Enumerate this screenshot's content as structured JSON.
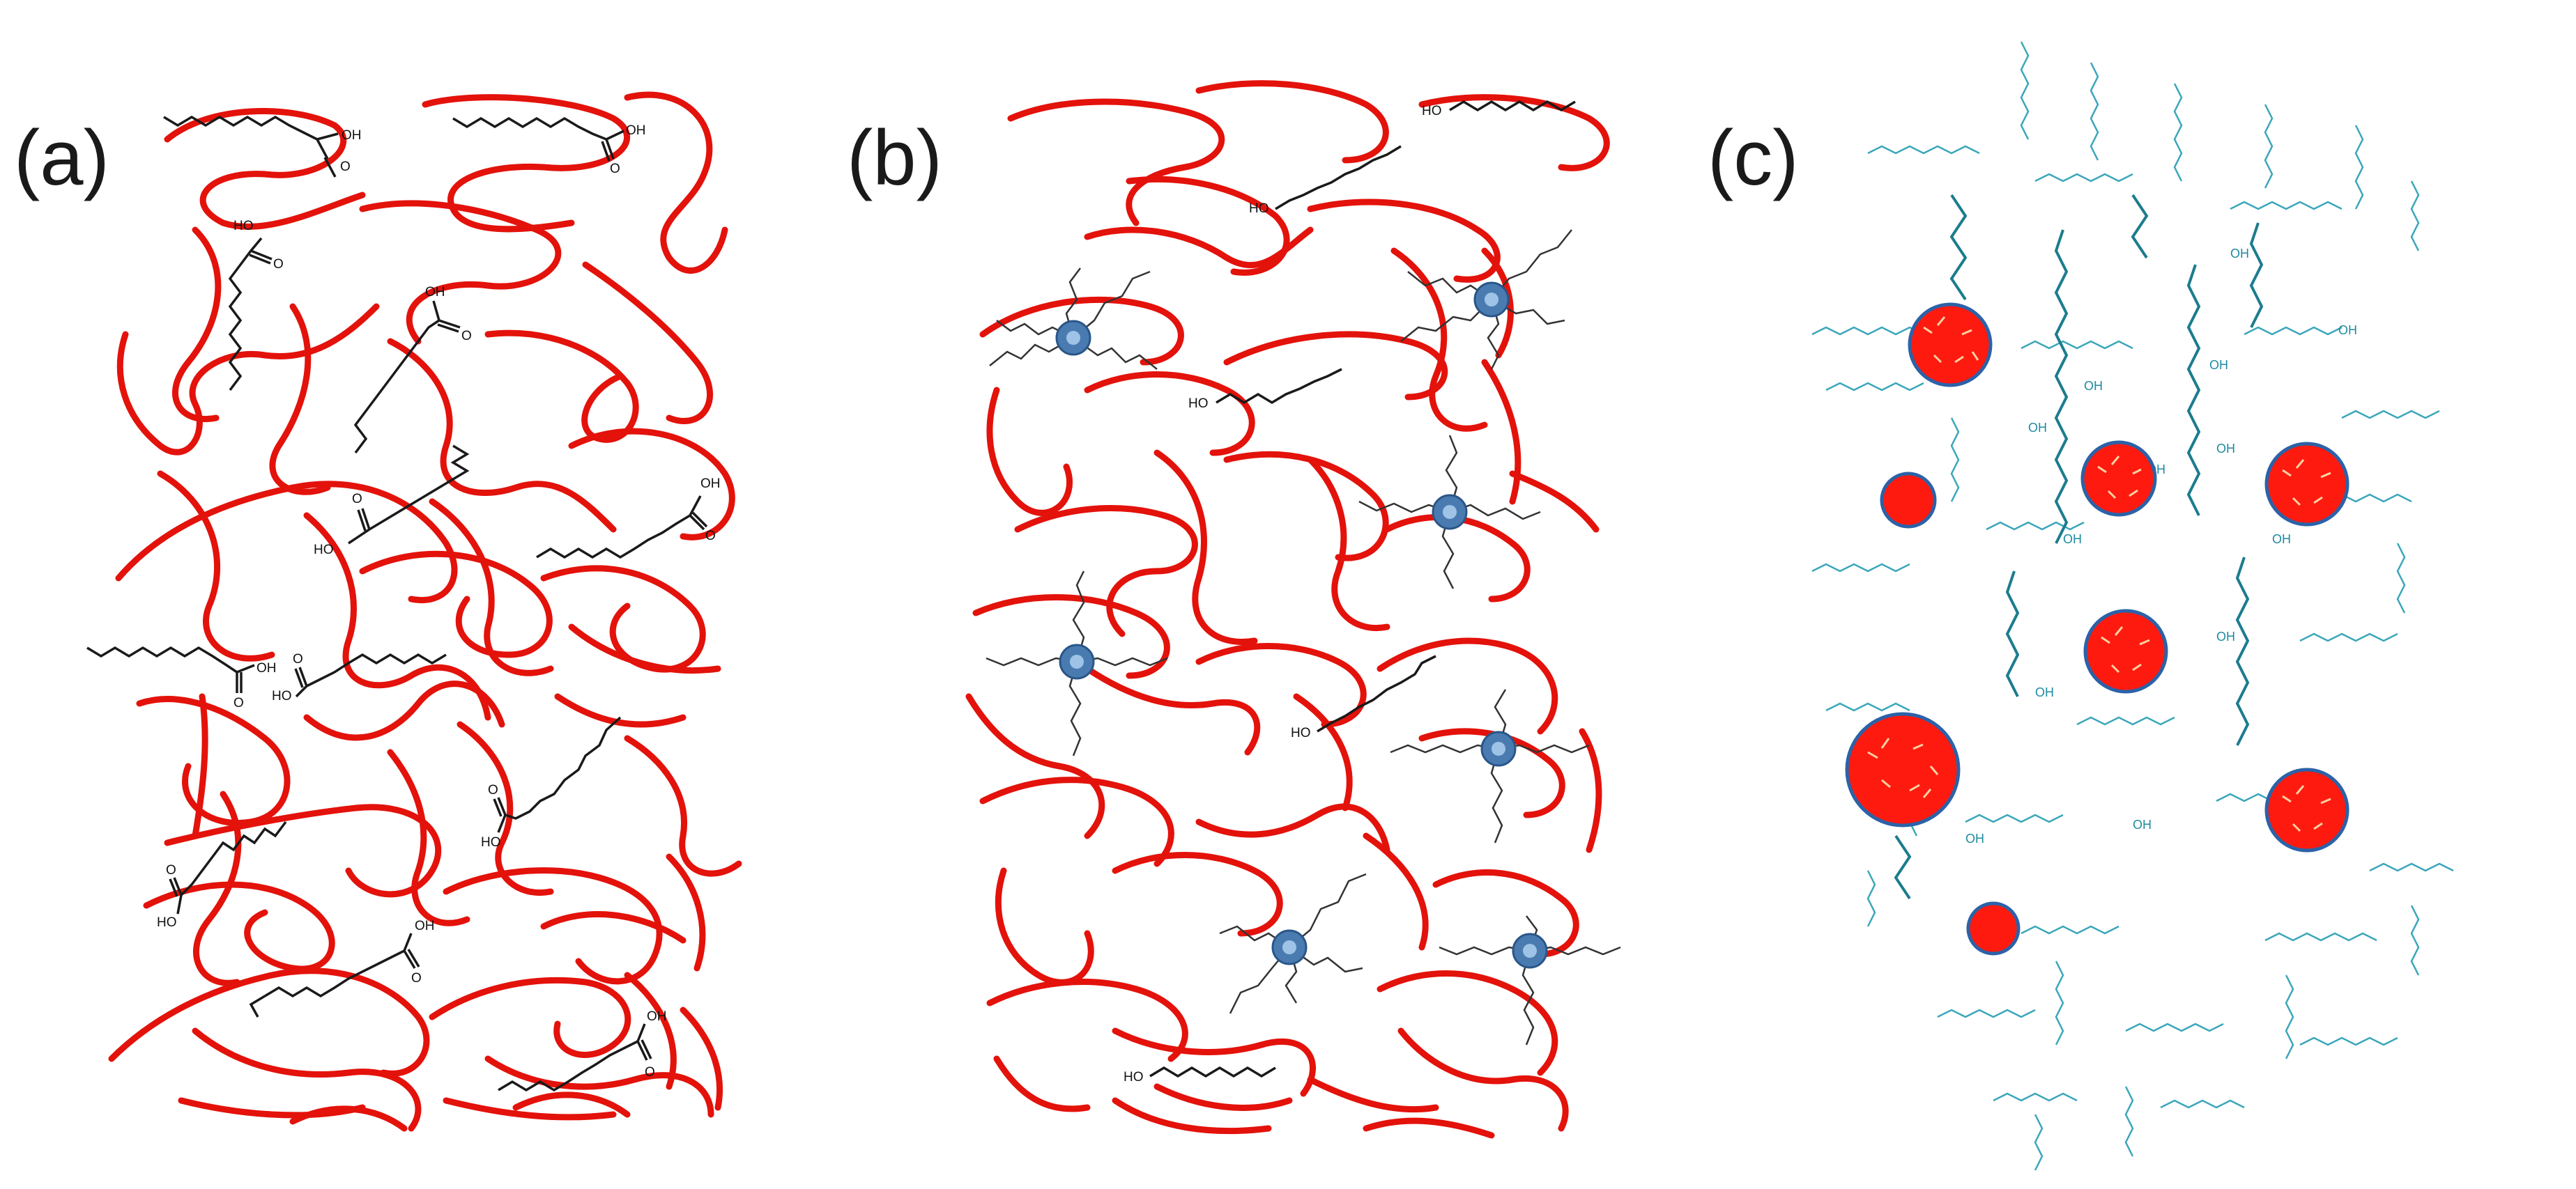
{
  "panels": [
    {
      "id": "a",
      "label": "(a)"
    },
    {
      "id": "b",
      "label": "(b)"
    },
    {
      "id": "c",
      "label": "(c)"
    }
  ],
  "chemistry": {
    "acid_hydroxyl": "OH",
    "acid_hydroxyl_alt": "HO",
    "carbonyl_oxygen": "O",
    "alcohol_hydroxyl": "HO",
    "alcohol_hydroxyl_alt": "OH"
  },
  "colors": {
    "polymer_chain": "#e3120b",
    "molecule_line": "#1a1a1a",
    "particle_core": "#4a7bb0",
    "network_teal": "#1f8aa0",
    "nanoparticle_fill": "#ff1a10",
    "nanoparticle_border": "#2b62a8"
  }
}
